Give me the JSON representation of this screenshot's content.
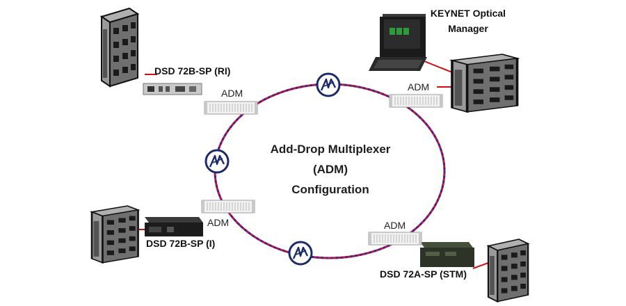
{
  "title": {
    "line1": "Add-Drop Multiplexer",
    "line2": "(ADM)",
    "line3": "Configuration"
  },
  "nodes": {
    "top_left": {
      "label": "DSD  72B-SP (RI)",
      "adm": "ADM"
    },
    "top_right": {
      "adm": "ADM"
    },
    "bottom_left": {
      "label": "DSD  72B-SP (I)",
      "adm": "ADM"
    },
    "bottom_right": {
      "label": "DSD  72A-SP (STM)",
      "adm": "ADM"
    }
  },
  "manager": {
    "line1": "KEYNET Optical",
    "line2": "Manager"
  },
  "colors": {
    "ring_red": "#c0143c",
    "ring_blue": "#2b2b9a",
    "building": "#7d7d7d",
    "building_outline": "#111111",
    "window": "#1a1a1a",
    "connector": "#d01010",
    "screen_green": "#2e9a3a"
  },
  "icons": [
    "building-icon",
    "keynet-laptop-icon",
    "adm-rack-icon",
    "dsd-device-icon",
    "optical-amplifier-icon"
  ]
}
